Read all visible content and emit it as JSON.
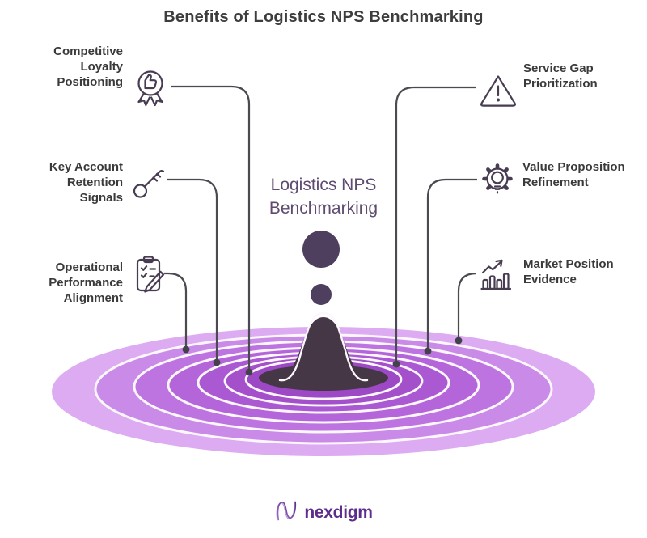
{
  "title": "Benefits of Logistics NPS Benchmarking",
  "center": {
    "label": "Logistics NPS\nBenchmarking"
  },
  "benefits": [
    {
      "label": "Competitive\nLoyalty\nPositioning",
      "icon": "award-thumbs-up-icon",
      "side": "left"
    },
    {
      "label": "Key Account\nRetention Signals",
      "icon": "key-icon",
      "side": "left"
    },
    {
      "label": "Operational\nPerformance\nAlignment",
      "icon": "checklist-pencil-icon",
      "side": "left"
    },
    {
      "label": "Service Gap\nPrioritization",
      "icon": "warning-triangle-icon",
      "side": "right"
    },
    {
      "label": "Value Proposition\nRefinement",
      "icon": "gear-lightbulb-icon",
      "side": "right"
    },
    {
      "label": "Market Position\nEvidence",
      "icon": "trend-bar-chart-icon",
      "side": "right"
    }
  ],
  "footer": {
    "brand": "nexdigm"
  },
  "colors": {
    "title-ink": "#3d3d3d",
    "label-ink": "#3a3a3a",
    "center-ink": "#5e4b70",
    "icon-stroke": "#483c52",
    "connector": "#4b4a52",
    "connector-dot": "#43424a",
    "droplet": "#4e3f5e",
    "splash": "#463747",
    "ripple-outer": "#dcabf1",
    "ripple-2": "#c98ae8",
    "ripple-3": "#bd74e0",
    "ripple-4": "#b365d9",
    "ripple-5": "#ab59d2",
    "ripple-6": "#a450cb",
    "ripple-7": "#9d48c4",
    "ring-white": "#fbf7fd",
    "brand-purple": "#5e2c8c"
  }
}
